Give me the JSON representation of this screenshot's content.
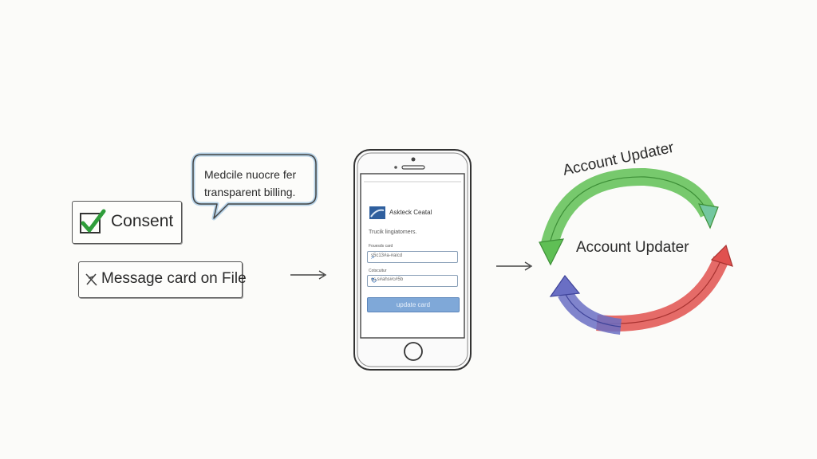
{
  "consent_box": {
    "label": "Consent",
    "checkmark_color": "#2f9d3a"
  },
  "message_box": {
    "label": "Message card on File",
    "icon": "x-mark-icon"
  },
  "speech_bubble": {
    "line1": "Medcile nuocre fer",
    "line2": "transparent billing.",
    "border_color": "#7fb1d9"
  },
  "phone": {
    "app_name": "Askteck Ceatal",
    "subtitle": "Trucik lingiatomers.",
    "field1": {
      "label": "Fouesds card",
      "value": "s5c13#a-#aicd",
      "icon": "search-icon"
    },
    "field2": {
      "label": "Cotscuitur",
      "value": "cs.s#ahs#c#5b",
      "icon": "refresh-icon"
    },
    "button_label": "update card"
  },
  "cycle": {
    "top_label": "Account Updater",
    "center_label": "Account Updater",
    "colors": {
      "green": "#5fbf55",
      "red": "#e0514f",
      "blue": "#6a6fc4"
    }
  }
}
